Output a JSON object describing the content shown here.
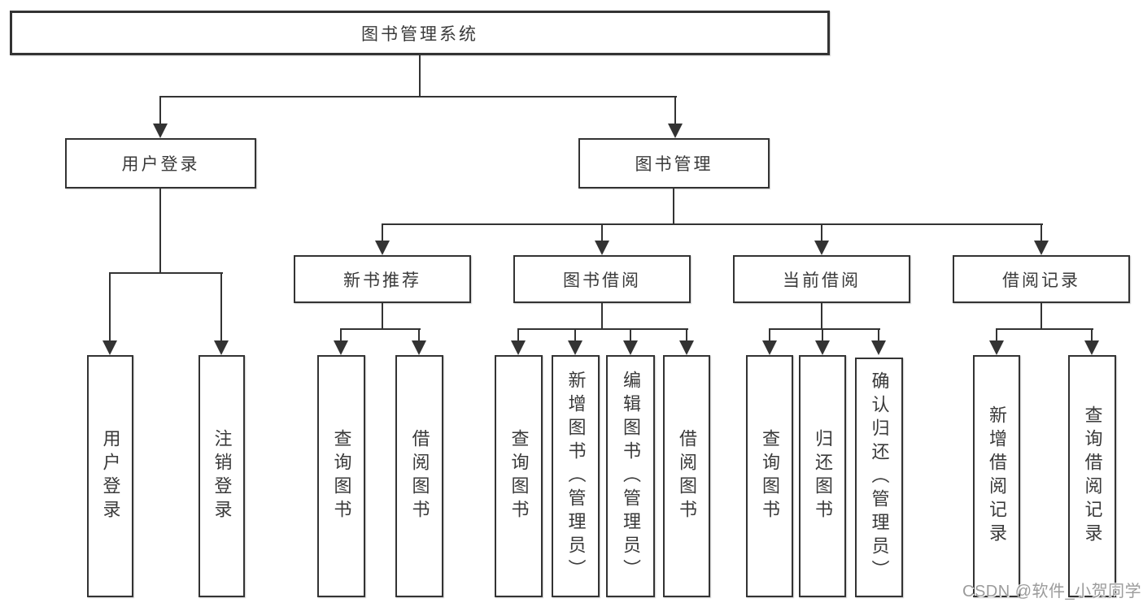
{
  "colors": {
    "line": "#333333",
    "text": "#3a3a3a",
    "bg": "#ffffff",
    "watermark": "#9b9b9b"
  },
  "watermark": {
    "text": "CSDN @软件_小贺同学"
  },
  "nodes": {
    "root": {
      "label": "图书管理系统"
    },
    "level2": [
      {
        "key": "user-login",
        "label": "用户登录"
      },
      {
        "key": "book-management",
        "label": "图书管理"
      }
    ],
    "level3": [
      {
        "key": "new-book-recommend",
        "label": "新书推荐",
        "parent": "图书管理"
      },
      {
        "key": "book-borrow",
        "label": "图书借阅",
        "parent": "图书管理"
      },
      {
        "key": "current-borrow",
        "label": "当前借阅",
        "parent": "图书管理"
      },
      {
        "key": "borrow-record",
        "label": "借阅记录",
        "parent": "图书管理"
      }
    ],
    "leaves": [
      {
        "key": "user-login-leaf",
        "label": "用户登录",
        "parent": "用户登录"
      },
      {
        "key": "logout",
        "label": "注销登录",
        "parent": "用户登录"
      },
      {
        "key": "query-book-1",
        "label": "查询图书",
        "parent": "新书推荐"
      },
      {
        "key": "borrow-book-1",
        "label": "借阅图书",
        "parent": "新书推荐"
      },
      {
        "key": "query-book-2",
        "label": "查询图书",
        "parent": "图书借阅"
      },
      {
        "key": "add-book-admin",
        "label": "新增图书（管理员）",
        "parent": "图书借阅"
      },
      {
        "key": "edit-book-admin",
        "label": "编辑图书（管理员）",
        "parent": "图书借阅"
      },
      {
        "key": "borrow-book-2",
        "label": "借阅图书",
        "parent": "图书借阅"
      },
      {
        "key": "query-book-3",
        "label": "查询图书",
        "parent": "当前借阅"
      },
      {
        "key": "return-book",
        "label": "归还图书",
        "parent": "当前借阅"
      },
      {
        "key": "confirm-return-admin",
        "label": "确认归还（管理员）",
        "parent": "当前借阅"
      },
      {
        "key": "add-borrow-record",
        "label": "新增借阅记录",
        "parent": "借阅记录"
      },
      {
        "key": "query-borrow-record",
        "label": "查询借阅记录",
        "parent": "借阅记录"
      }
    ]
  }
}
